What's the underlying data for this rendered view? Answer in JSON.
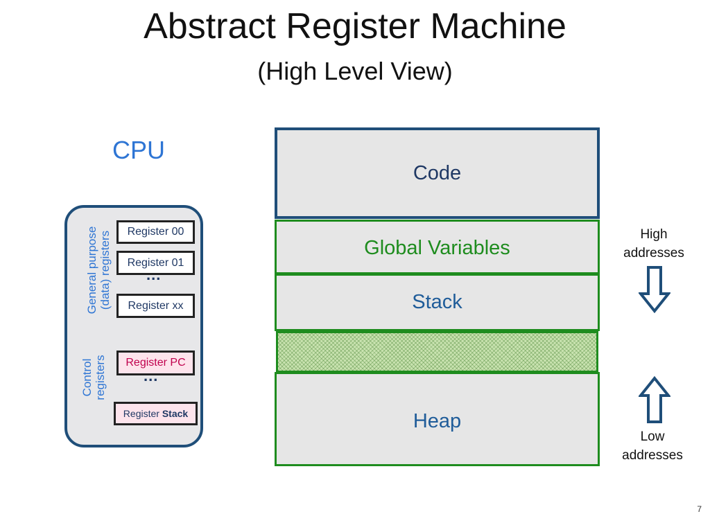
{
  "slide": {
    "title": "Abstract Register Machine",
    "subtitle": "(High Level View)",
    "page_number": "7"
  },
  "cpu": {
    "label": "CPU",
    "general_group_label_line1": "General purpose",
    "general_group_label_line2": "(data) registers",
    "control_group_label_line1": "Control",
    "control_group_label_line2": "registers",
    "registers": {
      "reg00": "Register 00",
      "reg01": "Register 01",
      "regxx": "Register xx",
      "pc": "Register PC",
      "stack_prefix": "Register ",
      "stack_bold": "Stack"
    },
    "ellipsis": "..."
  },
  "memory": {
    "code": "Code",
    "globals": "Global Variables",
    "stack": "Stack",
    "heap": "Heap"
  },
  "addresses": {
    "high_line1": "High",
    "high_line2": "addresses",
    "low_line1": "Low",
    "low_line2": "addresses"
  },
  "colors": {
    "cpu_label": "#2e75d4",
    "cpu_border": "#1f4e79",
    "memory_green": "#1e8c1e",
    "code_text": "#1f3864",
    "globals_text": "#1e8c1e",
    "stack_heap_text": "#1f5c99",
    "pink_fill": "#fde4ec"
  },
  "icons": {
    "down_arrow": "down-arrow-icon",
    "up_arrow": "up-arrow-icon"
  }
}
